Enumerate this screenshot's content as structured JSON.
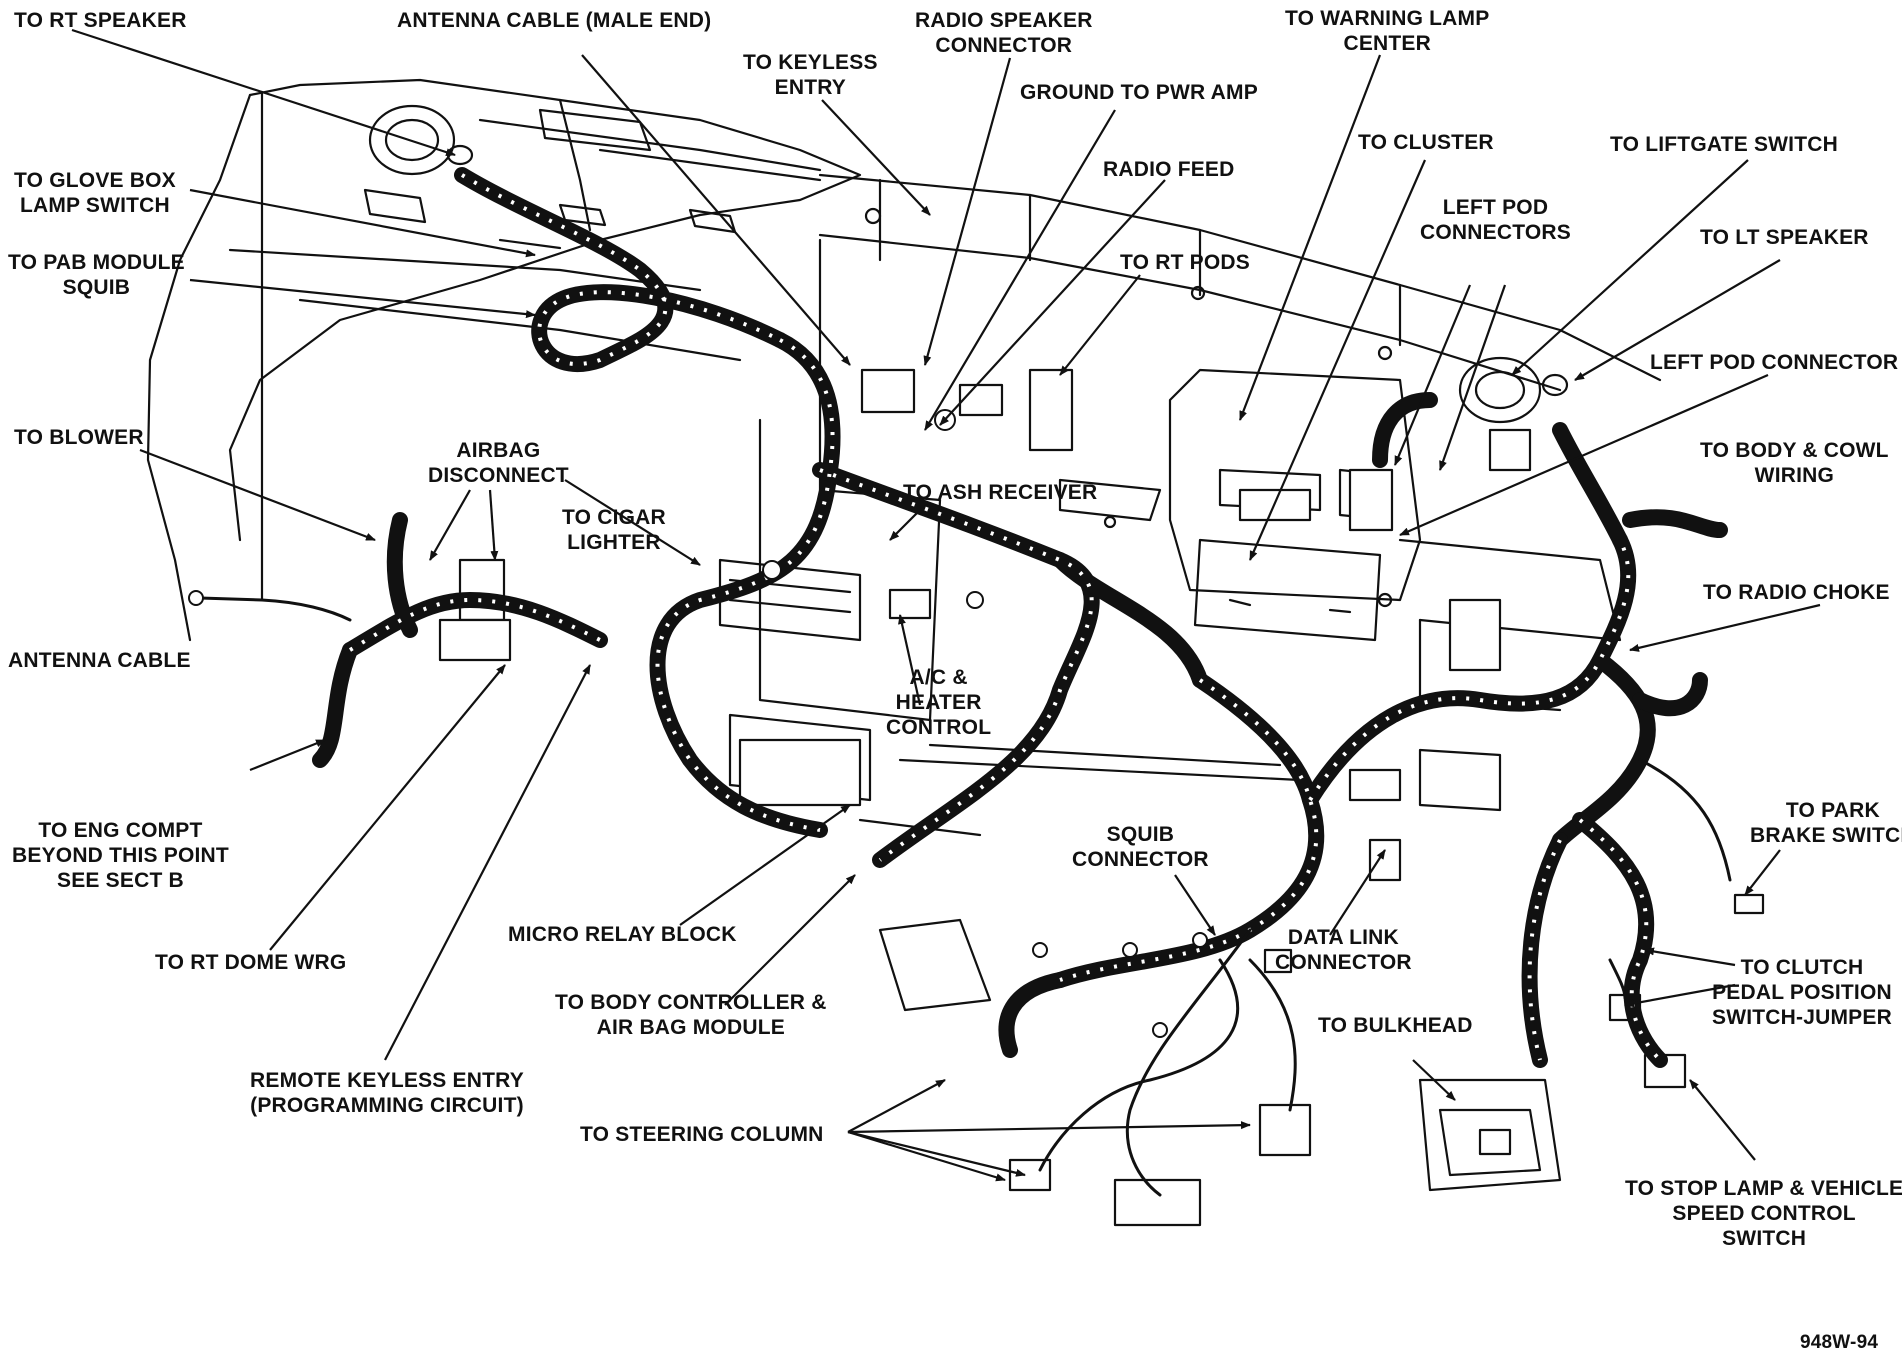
{
  "figure_id": "948W-94",
  "labels": {
    "to_rt_speaker": "TO RT SPEAKER",
    "antenna_cable_male": "ANTENNA CABLE (MALE END)",
    "radio_speaker_connector": "RADIO SPEAKER\nCONNECTOR",
    "to_keyless_entry": "TO KEYLESS\nENTRY",
    "ground_to_pwr_amp": "GROUND TO PWR AMP",
    "to_warning_lamp_center": "TO WARNING LAMP\nCENTER",
    "to_cluster": "TO CLUSTER",
    "to_liftgate_switch": "TO LIFTGATE SWITCH",
    "radio_feed": "RADIO FEED",
    "left_pod_connectors": "LEFT POD\nCONNECTORS",
    "to_glove_box": "TO GLOVE BOX\nLAMP SWITCH",
    "to_rt_pods": "TO RT PODS",
    "to_lt_speaker": "TO LT SPEAKER",
    "to_pab_module": "TO PAB MODULE\nSQUIB",
    "left_pod_connector": "LEFT POD CONNECTOR",
    "to_blower": "TO BLOWER",
    "airbag_disconnect": "AIRBAG\nDISCONNECT",
    "to_body_cowl": "TO BODY & COWL\nWIRING",
    "to_cigar_lighter": "TO CIGAR\nLIGHTER",
    "to_ash_receiver": "TO ASH RECEIVER",
    "to_radio_choke": "TO RADIO CHOKE",
    "antenna_cable": "ANTENNA CABLE",
    "ac_heater_control": "A/C &\nHEATER\nCONTROL",
    "to_eng_compt": "TO ENG COMPT\nBEYOND THIS POINT\nSEE SECT B",
    "to_park_brake": "TO PARK\nBRAKE SWITCH",
    "squib_connector": "SQUIB\nCONNECTOR",
    "micro_relay_block": "MICRO RELAY BLOCK",
    "data_link_connector": "DATA LINK\nCONNECTOR",
    "to_rt_dome": "TO RT DOME WRG",
    "to_clutch": "TO CLUTCH\nPEDAL POSITION\nSWITCH-JUMPER",
    "to_body_controller": "TO BODY CONTROLLER &\nAIR BAG MODULE",
    "to_bulkhead": "TO BULKHEAD",
    "remote_keyless": "REMOTE KEYLESS ENTRY\n(PROGRAMMING CIRCUIT)",
    "to_steering_column": "TO STEERING COLUMN",
    "to_stop_lamp": "TO STOP LAMP & VEHICLE\nSPEED CONTROL\nSWITCH"
  }
}
